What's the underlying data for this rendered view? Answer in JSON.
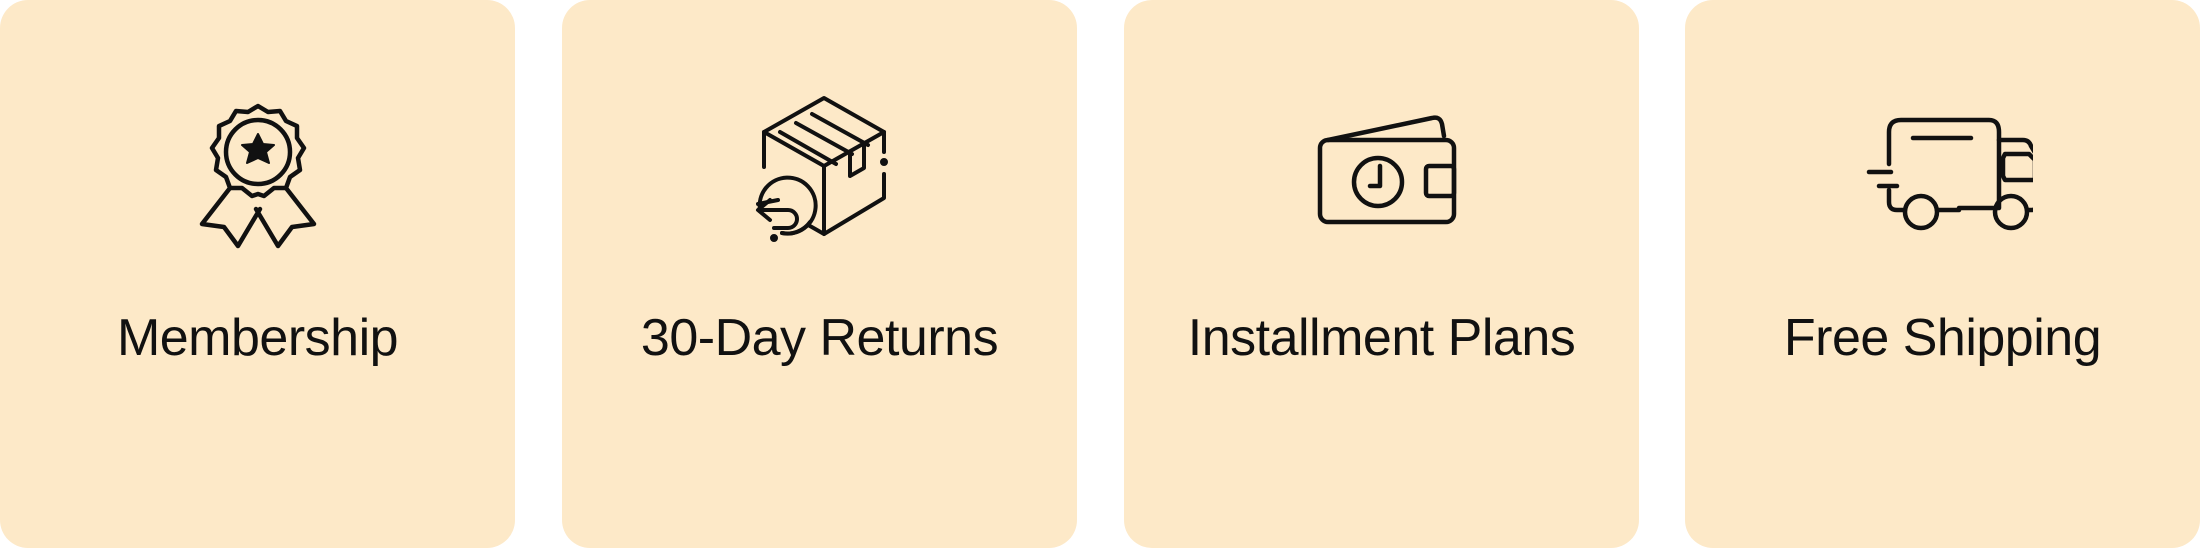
{
  "features": {
    "membership": {
      "label": "Membership",
      "icon": "ribbon-badge-icon"
    },
    "returns": {
      "label": "30-Day Returns",
      "icon": "box-return-icon"
    },
    "installments": {
      "label": "Installment Plans",
      "icon": "wallet-money-icon"
    },
    "shipping": {
      "label": "Free Shipping",
      "icon": "delivery-truck-icon"
    }
  },
  "colors": {
    "card_background": "#fde9c8",
    "icon_stroke": "#111111",
    "text": "#111111"
  }
}
